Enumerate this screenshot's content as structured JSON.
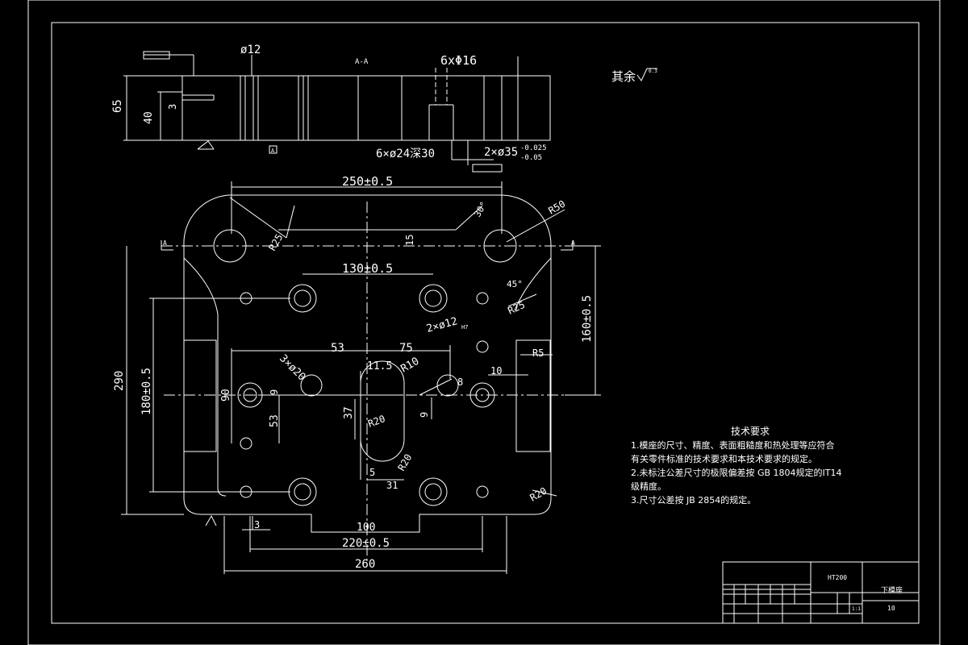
{
  "drawing": {
    "roughness_note": "其余",
    "roughness_value": "6.3",
    "section_label": "A-A",
    "section_view": {
      "dim_65": "65",
      "dim_40": "40",
      "dim_3": "3",
      "dim_phi12": "ø12",
      "dim_6xphi16": "6xΦ16",
      "dim_6xphi24": "6×ø24深30",
      "dim_2xphi35": "2×ø35",
      "tol_upper": "-0.025",
      "tol_lower": "-0.05",
      "ref_A": "A"
    },
    "plan_view": {
      "dim_250": "250±0.5",
      "dim_130": "130±0.5",
      "dim_53": "53",
      "dim_75": "75",
      "dim_11_5": "11.5",
      "dim_R10": "R10",
      "dim_3xphi20": "3×ø20",
      "dim_2xphi12": "2×ø12",
      "dim_H7": "H7",
      "dim_R25_left": "R25",
      "dim_R25_right": "R25",
      "dim_R50": "R50",
      "dim_30deg": "30°",
      "dim_45deg": "45°",
      "dim_15": "15",
      "dim_R5": "R5",
      "dim_10": "10",
      "dim_160": "160±0.5",
      "dim_290": "290",
      "dim_180": "180±0.5",
      "dim_90": "90",
      "dim_9a": "9",
      "dim_9b": "9",
      "dim_53b": "53",
      "dim_37": "37",
      "dim_R20a": "R20",
      "dim_R20b": "R20",
      "dim_R20c": "R20",
      "dim_5": "5",
      "dim_31": "31",
      "dim_3b": "3",
      "dim_100": "100",
      "dim_220": "220±0.5",
      "dim_260": "260",
      "dim_8": "8",
      "section_marker": "A"
    },
    "tech_requirements": {
      "title": "技术要求",
      "line1": "1.模座的尺寸、精度、表面粗糙度和热处理等应符合",
      "line2": "有关零件标准的技术要求和本技术要求的规定。",
      "line3": "2.未标注公差尺寸的极限偏差按 GB 1804规定的IT14",
      "line4": "级精度。",
      "line5": "3.尺寸公差按 JB 2854的规定。"
    },
    "title_block": {
      "material": "HT200",
      "part_name": "下模座",
      "drawing_no": "10",
      "scale": "1:1"
    }
  }
}
